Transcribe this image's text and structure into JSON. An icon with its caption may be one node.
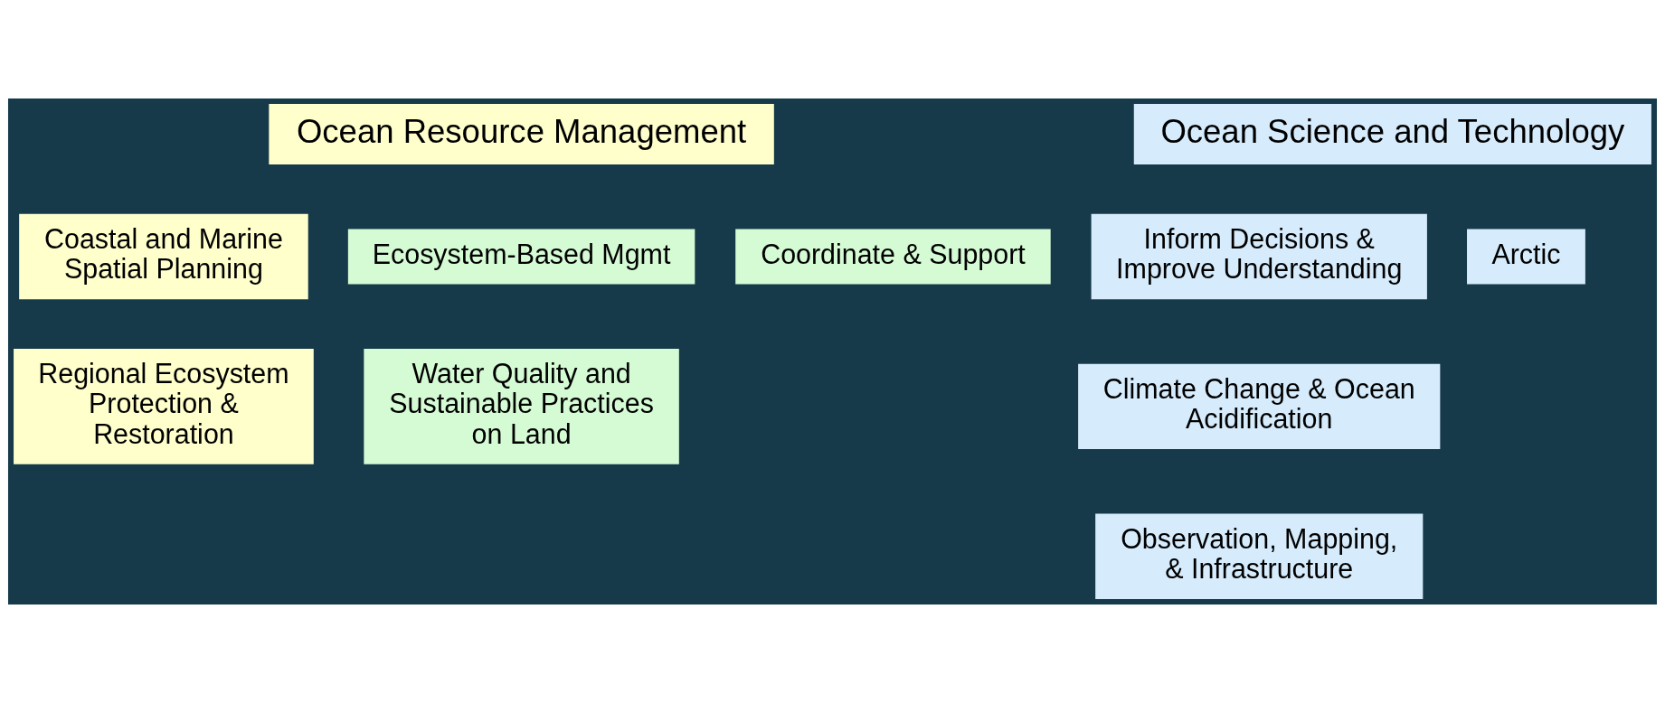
{
  "diagram": {
    "nodes": [
      {
        "text": [
          "Ocean Resource Management"
        ]
      },
      {
        "text": [
          "Coastal and Marine Spatial Planning"
        ]
      },
      {
        "text": [
          "Regional Ecosystem Protection & Restoration"
        ]
      },
      {
        "text": [
          "Ecosystem-Based Mgmt"
        ]
      },
      {
        "text": [
          "Coordinate & Support"
        ]
      },
      {
        "text": [
          "Water Quality and Sustainable Practices on Land"
        ]
      },
      {
        "text": [
          "Ocean Science and Technology"
        ]
      },
      {
        "text": [
          "Inform Decisions & Improve Understanding"
        ]
      },
      {
        "text": [
          "Arctic"
        ]
      },
      {
        "text": [
          "Climate Change & Ocean Acidification"
        ]
      },
      {
        "text": [
          "Observation, Mapping, & Infrastructure"
        ]
      }
    ]
  }
}
